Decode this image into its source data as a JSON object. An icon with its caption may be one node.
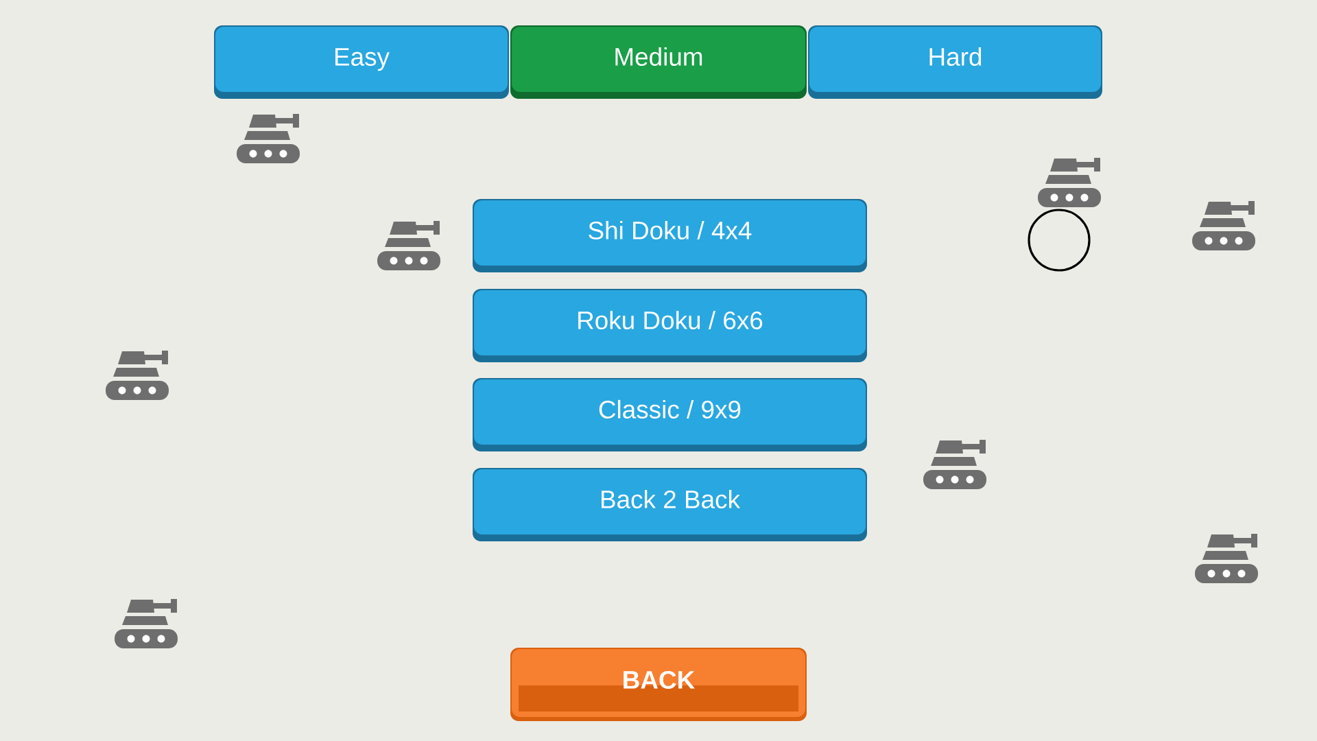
{
  "diagram": {
    "nodes": [
      {
        "text": [
          "Easy"
        ]
      },
      {
        "text": [
          "Medium"
        ]
      },
      {
        "text": [
          "Hard"
        ]
      },
      {
        "text": [
          "Shi Doku / 4x4"
        ]
      },
      {
        "text": [
          "Roku Doku / 6x6"
        ]
      },
      {
        "text": [
          "Classic / 9x9"
        ]
      },
      {
        "text": [
          "Back 2 Back"
        ]
      },
      {
        "text": [
          "BACK"
        ]
      },
      {
        "text": [],
        "shape": "circle"
      }
    ]
  }
}
